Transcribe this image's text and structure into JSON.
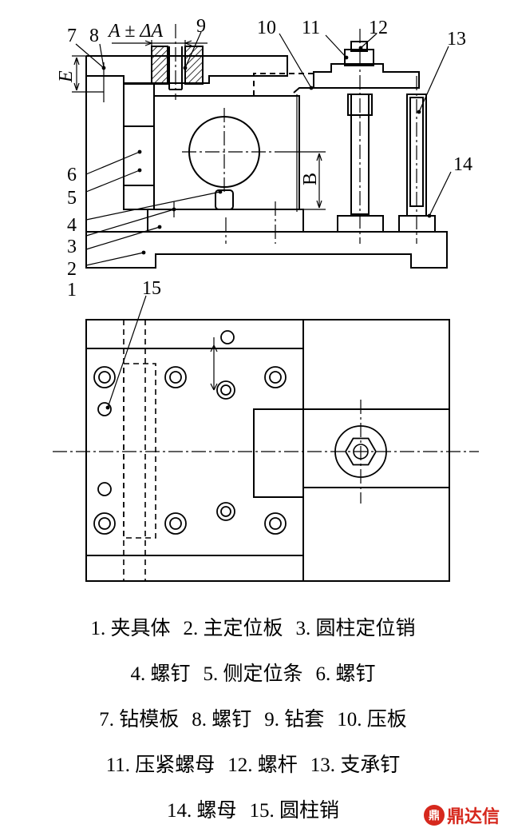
{
  "callouts": {
    "c1": "1",
    "c2": "2",
    "c3": "3",
    "c4": "4",
    "c5": "5",
    "c6": "6",
    "c7": "7",
    "c8": "8",
    "c9": "9",
    "c10": "10",
    "c11": "11",
    "c12": "12",
    "c13": "13",
    "c14": "14",
    "c15": "15"
  },
  "dimensions": {
    "tolerance": "A ± ΔA",
    "height_e": "E",
    "height_b": "B"
  },
  "legend": {
    "lines": [
      [
        "1. 夹具体",
        "2. 主定位板",
        "3. 圆柱定位销"
      ],
      [
        "4. 螺钉",
        "5. 侧定位条",
        "6. 螺钉"
      ],
      [
        "7. 钻模板",
        "8. 螺钉",
        "9. 钻套",
        "10. 压板"
      ],
      [
        "11. 压紧螺母",
        "12. 螺杆",
        "13. 支承钉"
      ],
      [
        "14. 螺母",
        "15. 圆柱销"
      ]
    ]
  },
  "watermark": {
    "text": "鼎达信",
    "logo_icon": "dingdaxin-logo-icon"
  },
  "colors": {
    "line": "#000000",
    "watermark": "#d6281d"
  }
}
